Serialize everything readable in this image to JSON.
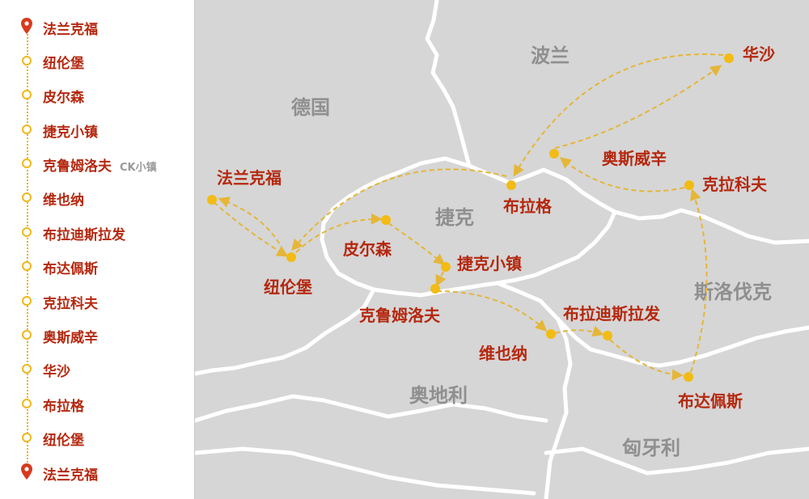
{
  "colors": {
    "accent_text": "#b5280f",
    "route_color": "#e5b637",
    "dot_color": "#f2bc15",
    "pin_color": "#d93a1e",
    "country_label_color": "#8f8f8f",
    "land_color": "#d6d6d6",
    "border_color": "#ffffff"
  },
  "sidebar": {
    "items": [
      {
        "label": "法兰克福",
        "icon": "location-pin-icon"
      },
      {
        "label": "纽伦堡",
        "icon": "circle-marker-icon"
      },
      {
        "label": "皮尔森",
        "icon": "circle-marker-icon"
      },
      {
        "label": "捷克小镇",
        "icon": "circle-marker-icon"
      },
      {
        "label": "克鲁姆洛夫",
        "icon": "circle-marker-icon",
        "note": "CK小镇"
      },
      {
        "label": "维也纳",
        "icon": "circle-marker-icon"
      },
      {
        "label": "布拉迪斯拉发",
        "icon": "circle-marker-icon"
      },
      {
        "label": "布达佩斯",
        "icon": "circle-marker-icon"
      },
      {
        "label": "克拉科夫",
        "icon": "circle-marker-icon"
      },
      {
        "label": "奥斯威辛",
        "icon": "circle-marker-icon"
      },
      {
        "label": "华沙",
        "icon": "circle-marker-icon"
      },
      {
        "label": "布拉格",
        "icon": "circle-marker-icon"
      },
      {
        "label": "纽伦堡",
        "icon": "circle-marker-icon"
      },
      {
        "label": "法兰克福",
        "icon": "location-pin-icon"
      }
    ]
  },
  "map": {
    "countries": {
      "poland": "波兰",
      "germany": "德国",
      "czech": "捷克",
      "slovakia": "斯洛伐克",
      "austria": "奥地利",
      "hungary": "匈牙利"
    },
    "cities": {
      "frankfurt": "法兰克福",
      "nuremberg": "纽伦堡",
      "pilsen": "皮尔森",
      "czech_town": "捷克小镇",
      "krumlov": "克鲁姆洛夫",
      "vienna": "维也纳",
      "bratislava": "布拉迪斯拉发",
      "budapest": "布达佩斯",
      "krakow": "克拉科夫",
      "auschwitz": "奥斯威辛",
      "warsaw": "华沙",
      "prague": "布拉格"
    }
  }
}
